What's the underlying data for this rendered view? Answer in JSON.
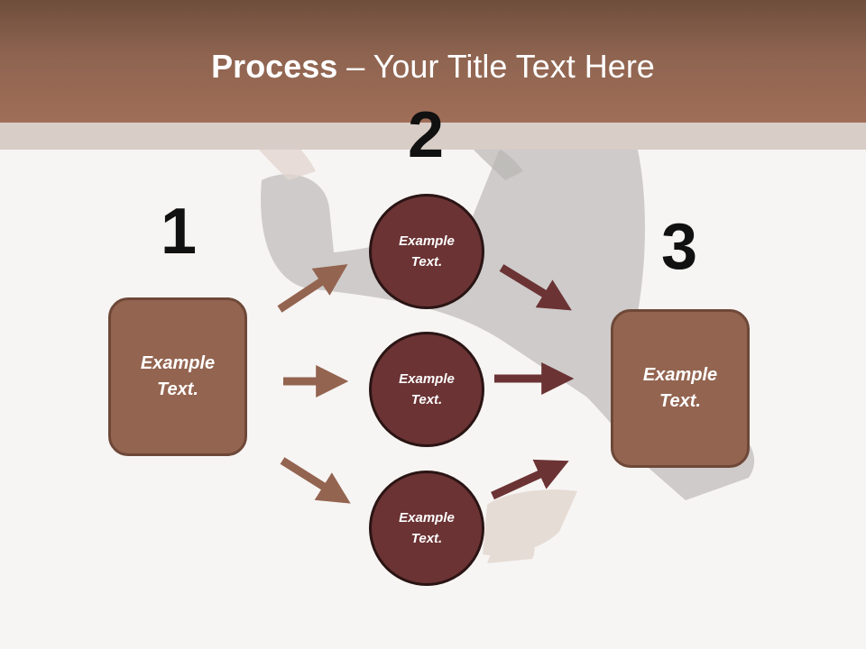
{
  "slide": {
    "title_bold": "Process",
    "title_rest": " – Your Title Text Here"
  },
  "steps": [
    {
      "number": "1"
    },
    {
      "number": "2"
    },
    {
      "number": "3"
    }
  ],
  "left_box": {
    "text": "Example Text."
  },
  "right_box": {
    "text": "Example Text."
  },
  "circles": [
    {
      "text": "Example Text."
    },
    {
      "text": "Example Text."
    },
    {
      "text": "Example Text."
    }
  ],
  "colors": {
    "header": "#8e6450",
    "box_fill": "#936450",
    "circle_fill": "#6b3334",
    "arrow_light": "#936450",
    "arrow_dark": "#6b3334"
  }
}
